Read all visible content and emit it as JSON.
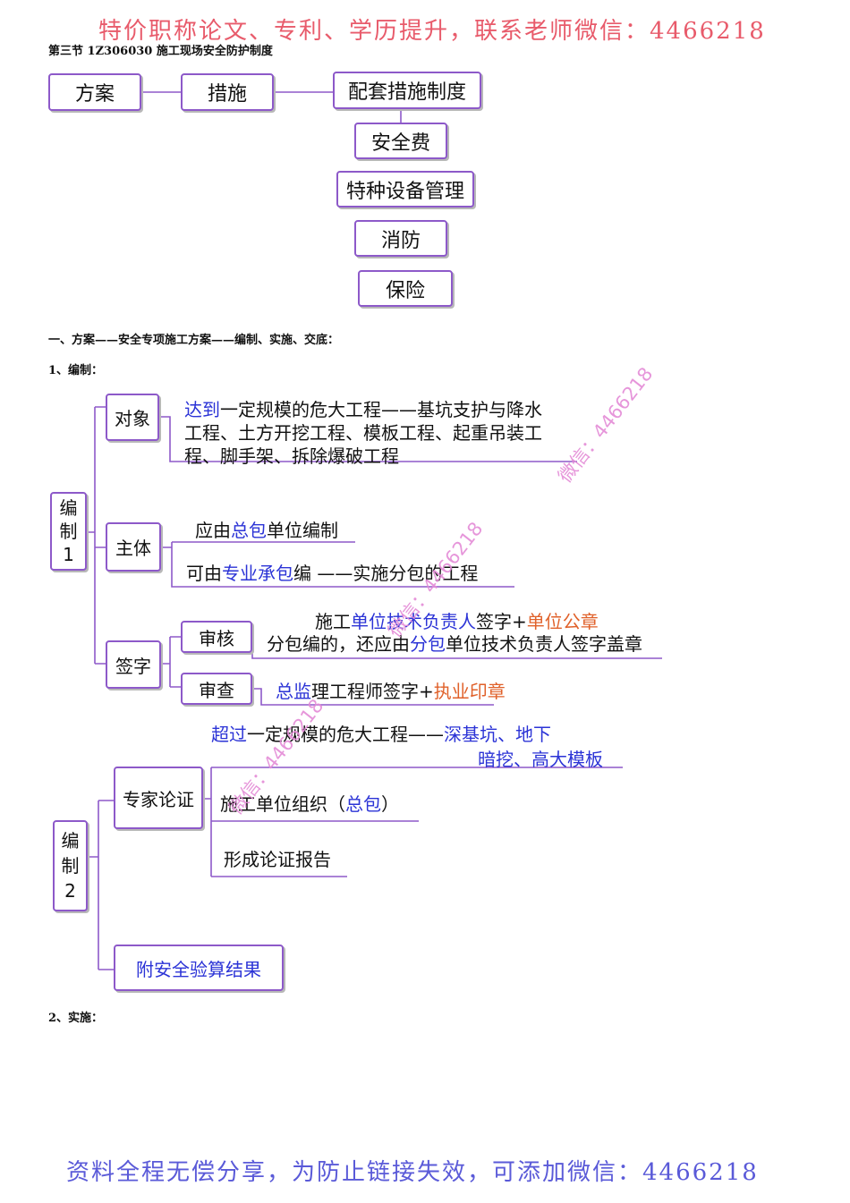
{
  "banners": {
    "top": "特价职称论文、专利、学历提升，联系老师微信：4466218",
    "bottom": "资料全程无偿分享，为防止链接失效，可添加微信：4466218"
  },
  "section_title": "第三节 1Z306030 施工现场安全防护制度",
  "overview": {
    "plan": "方案",
    "measures": "措施",
    "items": [
      "配套措施制度",
      "安全费",
      "特种设备管理",
      "消防",
      "保险"
    ]
  },
  "heading1": "一、方案——安全专项施工方案——编制、实施、交底：",
  "heading2": "1、编制：",
  "compile1": {
    "root": [
      "编",
      "制",
      "1"
    ],
    "object": {
      "label": "对象",
      "line1_a": "达到",
      "line1_b": "一定规模的危大工程——基坑支护与降水",
      "line2": "工程、土方开挖工程、模板工程、起重吊装工",
      "line3": "程、脚手架、拆除爆破工程"
    },
    "subject": {
      "label": "主体",
      "l1_a": "应由",
      "l1_b": "总包",
      "l1_c": "单位编制",
      "l2_a": "可由",
      "l2_b": "专业承包",
      "l2_c": "编 ——实施分包的工程"
    },
    "sign": {
      "label": "签字",
      "review": "审核",
      "review_l1_a": "施工",
      "review_l1_b": "单位技术负责人",
      "review_l1_c": "签字+",
      "review_l1_d": "单位公章",
      "review_l2_a": "分包编的，还应由",
      "review_l2_b": "分包",
      "review_l2_c": "单位技术负责人签字盖章",
      "check": "审查",
      "check_a": "总监",
      "check_b": "理工程师签字+",
      "check_c": "执业印章"
    }
  },
  "compile2": {
    "root": [
      "编",
      "制",
      "2"
    ],
    "exceed_a": "超过",
    "exceed_b": "一定规模的危大工程——",
    "exceed_c": "深基坑、地下",
    "exceed_d": "暗挖、高大模板",
    "expert": "专家论证",
    "org_a": "施工单位组织（",
    "org_b": "总包",
    "org_c": "）",
    "report": "形成论证报告",
    "attach": "附安全验算结果"
  },
  "heading3": "2、实施：",
  "watermarks": [
    "微信：4466218",
    "微信：4466218",
    "微信：4466218"
  ],
  "colors": {
    "accent": "#8d59c9",
    "blue": "#2b33d6",
    "orange": "#e0612a",
    "banner_top": "#e85b6b",
    "banner_bottom": "#5a5ad8",
    "watermark": "#e48bd7"
  }
}
